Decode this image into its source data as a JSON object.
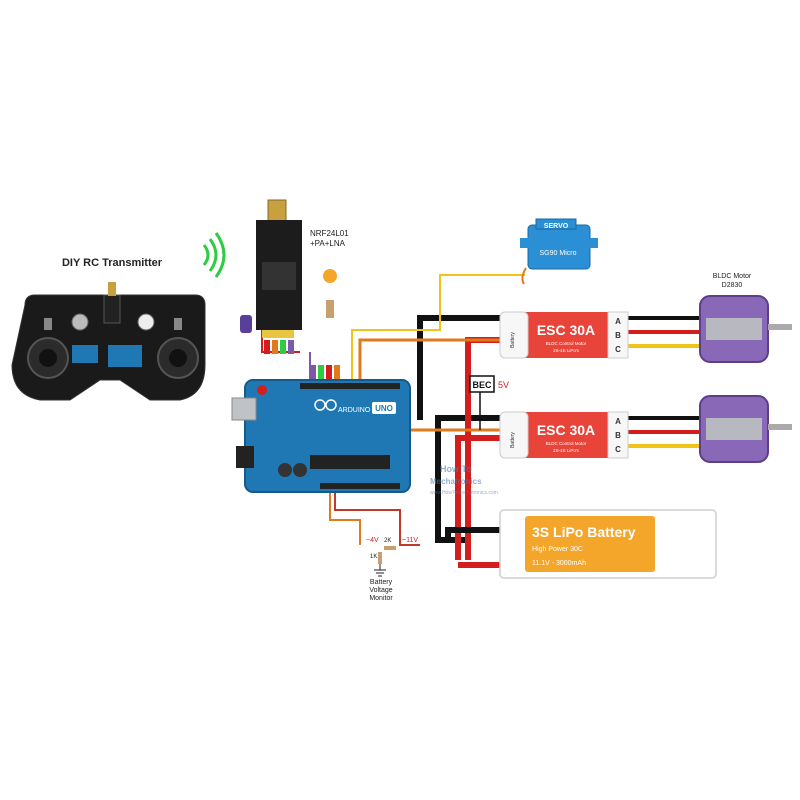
{
  "transmitter": {
    "title": "DIY RC Transmitter"
  },
  "nrf": {
    "label_line1": "NRF24L01",
    "label_line2": "+PA+LNA"
  },
  "servo": {
    "brand": "SERVO",
    "model": "SG90 Micro"
  },
  "arduino": {
    "brand": "ARDUINO",
    "model": "UNO"
  },
  "esc_top": {
    "title": "ESC 30A",
    "line1": "BLDC Control Motor",
    "line2": "2S-4S LiPo's",
    "side": "Battery",
    "phases": [
      "A",
      "B",
      "C"
    ]
  },
  "esc_bottom": {
    "title": "ESC 30A",
    "line1": "BLDC Control Motor",
    "line2": "2S-4S LiPo's",
    "side": "Battery",
    "phases": [
      "A",
      "B",
      "C"
    ]
  },
  "motor_top": {
    "label_line1": "BLDC Motor",
    "label_line2": "D2830"
  },
  "bec": {
    "label": "BEC",
    "voltage": "5V"
  },
  "battery": {
    "title": "3S LiPo Battery",
    "subtitle": "High Power 30C",
    "spec": "11.1V - 3000mAh"
  },
  "monitor": {
    "v_low": "~4V",
    "v_high": "~11V",
    "r1": "2K",
    "r2": "1K",
    "label_line1": "Battery",
    "label_line2": "Voltage",
    "label_line3": "Monitor"
  },
  "watermark": {
    "line1": "How To",
    "line2": "Mechatronics",
    "line3": "www.HowToMechatronics.com"
  },
  "colors": {
    "board_blue": "#1f78b4",
    "esc_red": "#e8443a",
    "battery_orange": "#f4a62a",
    "motor_purple": "#7d5aa8",
    "wire_black": "#111111",
    "wire_red": "#d41e1e",
    "wire_orange": "#e07a1c",
    "wire_yellow": "#f0c419"
  }
}
